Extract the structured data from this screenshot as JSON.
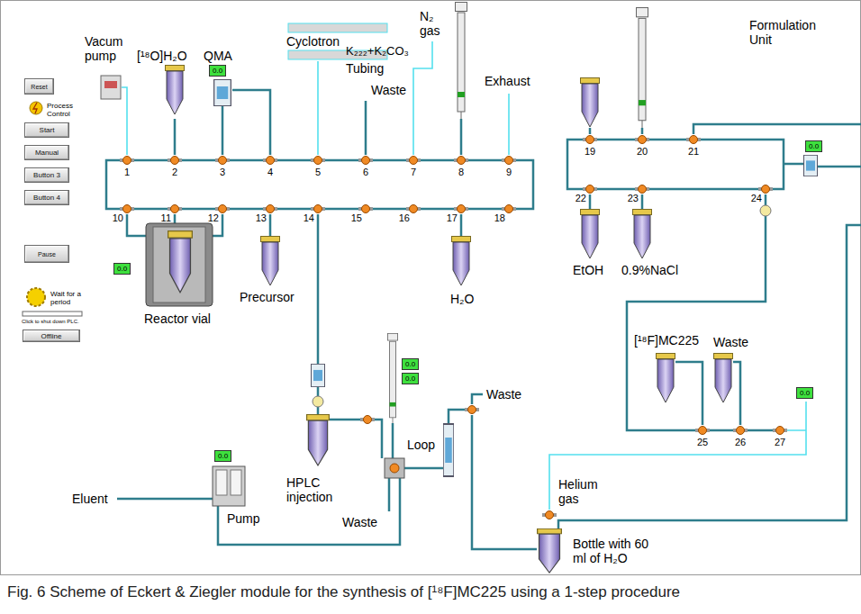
{
  "diagram": {
    "caption": "Fig. 6 Scheme of Eckert & Ziegler module for the synthesis of [¹⁸F]MC225 using a 1-step procedure",
    "nodes": [
      {
        "text": [
          "Reset"
        ]
      },
      {
        "text": [
          "Start"
        ]
      },
      {
        "text": [
          "Manual"
        ]
      },
      {
        "text": [
          "Button 3"
        ]
      },
      {
        "text": [
          "Button 4"
        ]
      },
      {
        "text": [
          "Pause"
        ]
      },
      {
        "text": [
          "Offline"
        ]
      }
    ],
    "labels": [
      "Process Control",
      "Wait for a period",
      "Click to shut down PLC.",
      "Vacum pump",
      "[¹⁸O]H₂O",
      "QMA",
      "0.0",
      "Cyclotron",
      "N₂ gas",
      "K₂₂₂+K₂CO₃",
      "Tubing",
      "Waste",
      "Exhaust",
      "Formulation Unit",
      "0.0",
      "1",
      "2",
      "3",
      "4",
      "5",
      "6",
      "7",
      "8",
      "9",
      "10",
      "11",
      "12",
      "13",
      "14",
      "15",
      "16",
      "17",
      "18",
      "19",
      "20",
      "21",
      "22",
      "23",
      "24",
      "25",
      "26",
      "27",
      "0.0",
      "Reactor vial",
      "Precursor",
      "H₂O",
      "EtOH",
      "0.9%NaCl",
      "[¹⁸F]MC225",
      "Waste",
      "0.0",
      "0.0",
      "0.0",
      "Loop",
      "Waste",
      "0.0",
      "Eluent",
      "Pump",
      "HPLC injection",
      "Waste",
      "Helium gas",
      "Bottle with 60 ml of H₂O"
    ]
  }
}
